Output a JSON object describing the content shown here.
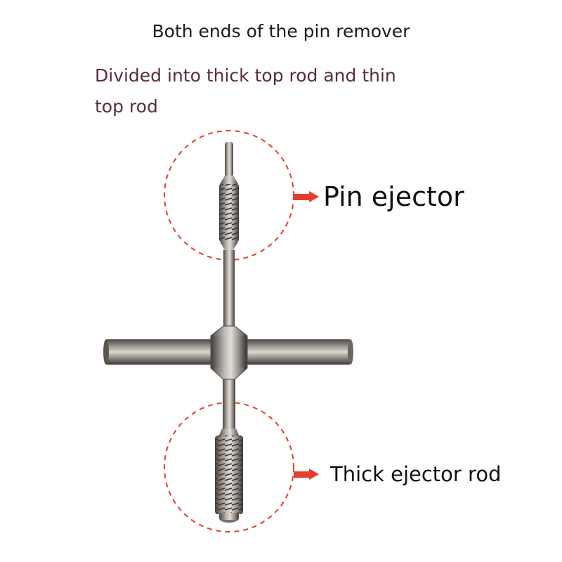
{
  "header": {
    "title": "Both ends of the pin remover",
    "subtitle": "Divided into thick top rod and thin top rod"
  },
  "callouts": {
    "top_label": "Pin ejector",
    "bottom_label": "Thick ejector rod"
  },
  "colors": {
    "highlight_circle": "#e63d2a",
    "arrow": "#e63d2a",
    "subtitle_text": "#5b2c3e",
    "metal": "#8a8480"
  }
}
